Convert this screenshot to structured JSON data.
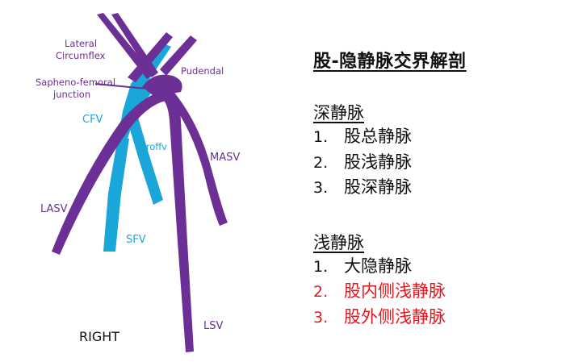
{
  "diagram": {
    "labels": {
      "lateral_circumflex_line1": "Lateral",
      "lateral_circumflex_line2": "Circumflex",
      "pudendal": "Pudendal",
      "sapheno_femoral_line1": "Sapheno-femoral",
      "sapheno_femoral_line2": "junction",
      "cfv": "CFV",
      "proffv": "Proffv",
      "masv": "MASV",
      "lasv": "LASV",
      "sfv": "SFV",
      "lsv": "LSV",
      "side": "RIGHT"
    },
    "colors": {
      "superficial_vein": "#6b2f96",
      "deep_vein": "#1aa6d8",
      "pointer": "#6b2f96"
    }
  },
  "notes": {
    "title": "股-隐静脉交界解剖",
    "sections": [
      {
        "heading": "深静脉",
        "items": [
          {
            "num": "1.",
            "text": "股总静脉",
            "color": "#111111"
          },
          {
            "num": "2.",
            "text": "股浅静脉",
            "color": "#111111"
          },
          {
            "num": "3.",
            "text": "股深静脉",
            "color": "#111111"
          }
        ]
      },
      {
        "heading": "浅静脉",
        "items": [
          {
            "num": "1.",
            "text": "大隐静脉",
            "color": "#111111"
          },
          {
            "num": "2.",
            "text": "股内侧浅静脉",
            "color": "#e8141c"
          },
          {
            "num": "3.",
            "text": "股外侧浅静脉",
            "color": "#e8141c"
          }
        ]
      }
    ]
  }
}
